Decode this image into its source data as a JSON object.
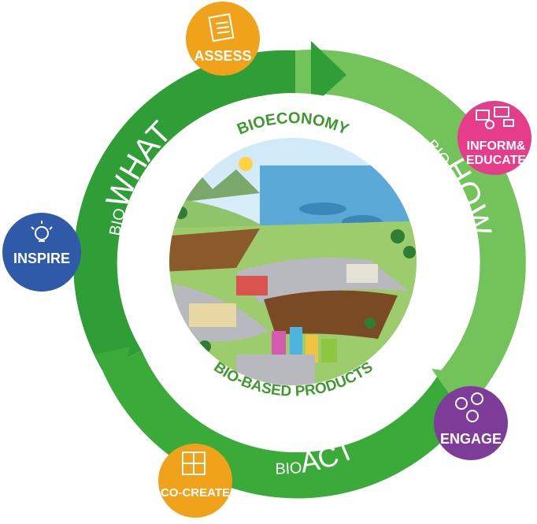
{
  "ring": {
    "segments": [
      {
        "prefix": "BIO",
        "word": "WHAT",
        "color": "#2f9e36"
      },
      {
        "prefix": "BIO",
        "word": "HOW",
        "color": "#6cbf4f"
      },
      {
        "prefix": "BIO",
        "word": "ACT",
        "color": "#3fae3a"
      }
    ]
  },
  "center": {
    "top_label": "BIOECONOMY",
    "bottom_label": "BIO-BASED PRODUCTS"
  },
  "nodes": [
    {
      "label": "ASSESS",
      "color": "#f0a21a",
      "icon": "document-icon"
    },
    {
      "label": "INFORM&",
      "label2": "EDUCATE",
      "color": "#e63d8b",
      "icon": "media-icon"
    },
    {
      "label": "ENGAGE",
      "color": "#7d3c98",
      "icon": "people-icon"
    },
    {
      "label": "CO-CREATE",
      "color": "#f0a21a",
      "icon": "puzzle-icon"
    },
    {
      "label": "INSPIRE",
      "color": "#2f5aa8",
      "icon": "lightbulb-icon"
    }
  ]
}
